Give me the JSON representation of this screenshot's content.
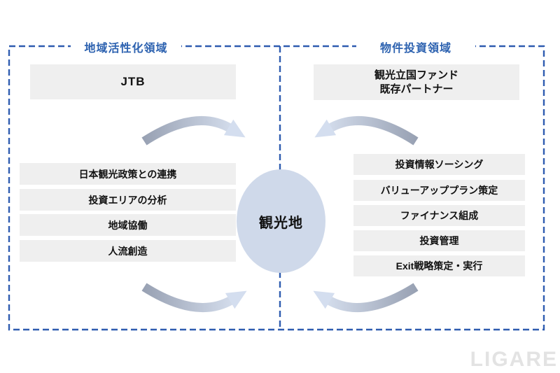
{
  "diagram": {
    "center_label": "観光地",
    "left_region": {
      "title": "地域活性化領域",
      "entity_box": "JTB",
      "items": [
        "日本観光政策との連携",
        "投資エリアの分析",
        "地域協働",
        "人流創造"
      ]
    },
    "right_region": {
      "title": "物件投資領域",
      "entity_box_lines": [
        "観光立国ファンド",
        "既存パートナー"
      ],
      "items": [
        "投資情報ソーシング",
        "バリューアッププラン策定",
        "ファイナンス組成",
        "投資管理",
        "Exit戦略策定・実行"
      ]
    },
    "colors": {
      "border_blue": "#2f5cb0",
      "title_blue": "#2d62b0",
      "box_gray": "#efefef",
      "ellipse_fill": "#cfd9ea",
      "arrow_dark": "#98a1b3",
      "arrow_light": "#d9e2f1"
    },
    "watermark": "LIGARE"
  }
}
